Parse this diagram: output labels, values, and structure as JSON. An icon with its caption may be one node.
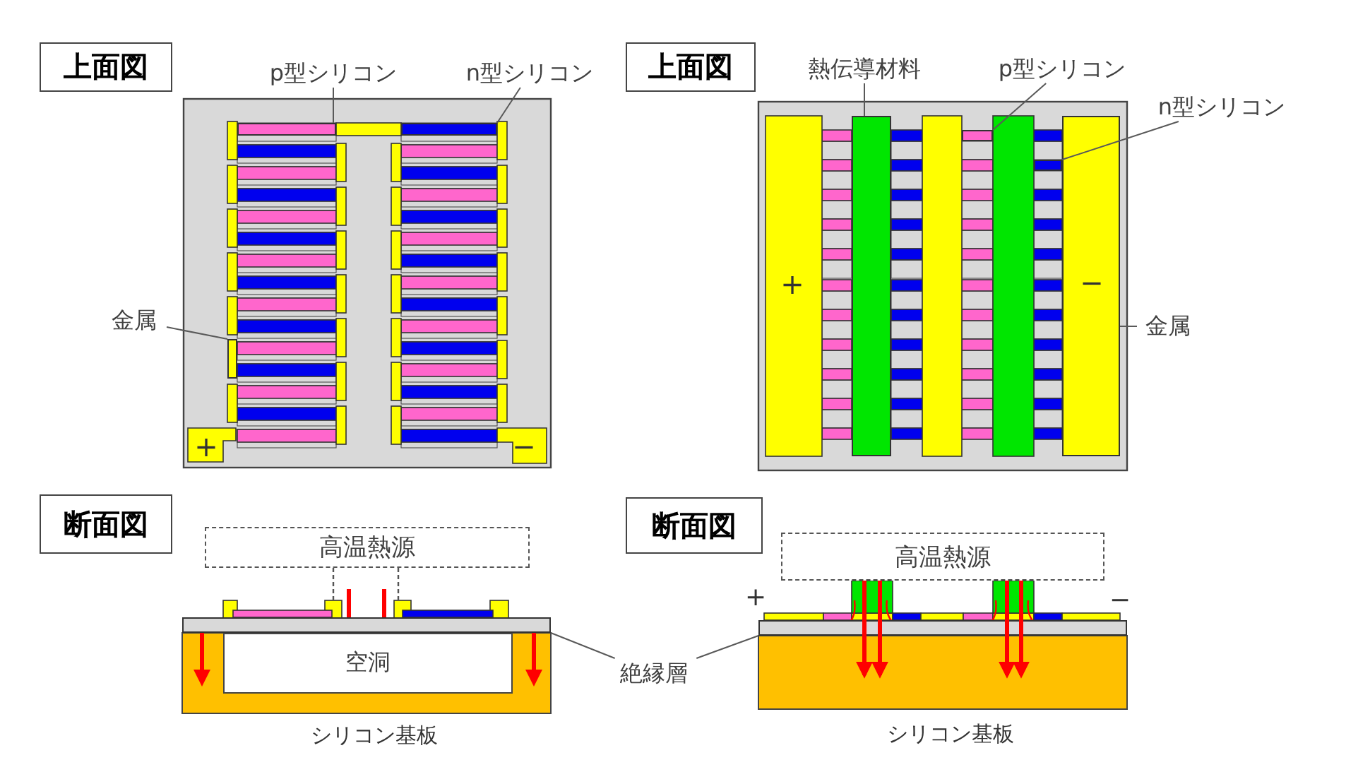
{
  "diagram": {
    "nodes": [
      {
        "text": [
          "上面図"
        ]
      },
      {
        "text": [
          "p型シリコン"
        ]
      },
      {
        "text": [
          "n型シリコン"
        ]
      },
      {
        "text": [
          "金属"
        ]
      },
      {
        "text": [],
        "shape": "bar"
      },
      {
        "text": [],
        "shape": "bar"
      },
      {
        "text": [],
        "shape": "bar"
      },
      {
        "text": [
          "上面図"
        ]
      },
      {
        "text": [
          "熱伝導材料"
        ]
      },
      {
        "text": [
          "p型シリコン"
        ]
      },
      {
        "text": [
          "n型シリコン"
        ]
      },
      {
        "text": [
          "金属"
        ]
      },
      {
        "text": [],
        "shape": "bar"
      },
      {
        "text": [],
        "shape": "bar"
      },
      {
        "text": [],
        "shape": "bar"
      },
      {
        "text": [],
        "shape": "bar"
      },
      {
        "text": [
          "断面図"
        ]
      },
      {
        "text": [
          "高温熱源"
        ]
      },
      {
        "text": [
          "空洞"
        ]
      },
      {
        "text": [
          "断面図"
        ]
      },
      {
        "text": [
          "高温熱源"
        ]
      },
      {
        "text": [
          "絶縁層"
        ]
      },
      {
        "text": [],
        "shape": "bar"
      },
      {
        "text": [],
        "shape": "bar"
      }
    ],
    "edges": [
      {
        "from": 1,
        "to": 4,
        "arrow": "none"
      },
      {
        "from": 2,
        "to": 5,
        "arrow": "none"
      },
      {
        "from": 3,
        "to": 6,
        "arrow": "none"
      },
      {
        "from": 8,
        "to": 12,
        "arrow": "none"
      },
      {
        "from": 9,
        "to": 13,
        "arrow": "none"
      },
      {
        "from": 10,
        "to": 14,
        "arrow": "none"
      },
      {
        "from": 11,
        "to": 15,
        "arrow": "none"
      },
      {
        "from": 21,
        "to": 22,
        "arrow": "none"
      },
      {
        "from": 21,
        "to": 23,
        "arrow": "none"
      },
      {
        "from": 20,
        "to": 23,
        "arrow": "to",
        "style": "thick",
        "color": "#ff0000"
      },
      {
        "from": 20,
        "to": 23,
        "arrow": "to",
        "style": "thick",
        "color": "#ff0000"
      },
      {
        "from": 20,
        "to": 23,
        "arrow": "to",
        "style": "thick",
        "color": "#ff0000"
      },
      {
        "from": 20,
        "to": 23,
        "arrow": "to",
        "style": "thick",
        "color": "#ff0000"
      }
    ],
    "labels": [
      "+",
      "−",
      "+",
      "−",
      "+",
      "−",
      "シリコン基板",
      "シリコン基板"
    ]
  }
}
